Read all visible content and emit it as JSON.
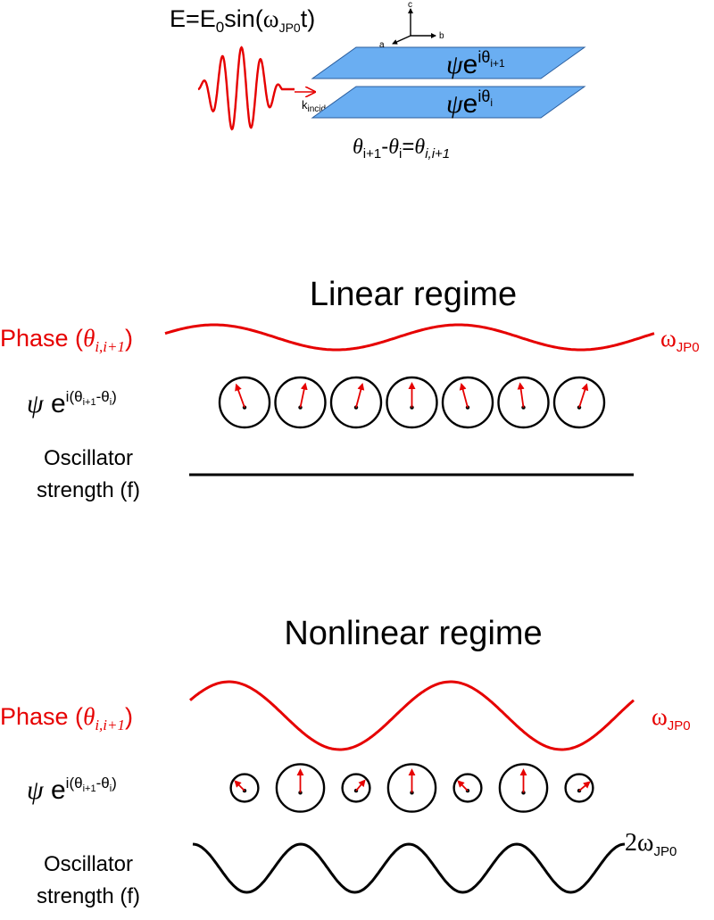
{
  "colors": {
    "accent_red": "#e60000",
    "plane_fill": "#6aaef2",
    "plane_stroke": "#2b5e9e",
    "ink": "#000000"
  },
  "header": {
    "field_label": "E=E",
    "field_sub0": "0",
    "field_sin": "sin(",
    "field_omega": "ω",
    "field_omega_sub": "JP0",
    "field_end": "t)",
    "k_label": "k",
    "k_sub": "incident",
    "axis_a": "a",
    "axis_b": "b",
    "axis_c": "c",
    "psi": "ψ",
    "e": "e",
    "upper_exp": "iθ",
    "upper_exp_sub": "i+1",
    "lower_exp": "iθ",
    "lower_exp_sub": "i",
    "phase_theta": "θ",
    "phase_sub_ip1": "i+1",
    "phase_minus": "-",
    "phase_sub_i": "i",
    "phase_eq": "=",
    "phase_rhs_sub": "i,i+1"
  },
  "labels": {
    "phase_word": "Phase (",
    "phase_theta": "θ",
    "phase_sub": "i,i+1",
    "phase_close": ")",
    "psi": "ψ",
    "psi_e": " e",
    "psi_exp_a": "i(θ",
    "psi_exp_sub1": "i+1",
    "psi_exp_b": "-θ",
    "psi_exp_sub2": "i",
    "psi_exp_c": ")",
    "osc_line1": "Oscillator",
    "osc_line2": "strength (f)",
    "omega": "ω",
    "omega_sub": "JP0",
    "two_omega": "2ω",
    "two_omega_sub": "JP0"
  },
  "linear": {
    "title": "Linear regime",
    "phase_wave": {
      "cycles": 2,
      "amplitude": 0.5
    },
    "oscillator_strength": "constant",
    "phasors": [
      {
        "radius": 1.0,
        "angle_deg": -20
      },
      {
        "radius": 1.0,
        "angle_deg": 12
      },
      {
        "radius": 1.0,
        "angle_deg": 15
      },
      {
        "radius": 1.0,
        "angle_deg": 0
      },
      {
        "radius": 1.0,
        "angle_deg": -15
      },
      {
        "radius": 1.0,
        "angle_deg": -8
      },
      {
        "radius": 1.0,
        "angle_deg": 18
      }
    ]
  },
  "nonlinear": {
    "title": "Nonlinear regime",
    "phase_wave": {
      "cycles": 2,
      "amplitude": 1.0
    },
    "oscillator_strength": {
      "cycles": 4,
      "frequency_label": "2ω_JP0"
    },
    "phasors": [
      {
        "radius": 0.55,
        "angle_deg": -45
      },
      {
        "radius": 0.95,
        "angle_deg": 0
      },
      {
        "radius": 0.55,
        "angle_deg": 40
      },
      {
        "radius": 0.95,
        "angle_deg": 0
      },
      {
        "radius": 0.55,
        "angle_deg": -45
      },
      {
        "radius": 0.95,
        "angle_deg": 0
      },
      {
        "radius": 0.55,
        "angle_deg": 50
      }
    ]
  }
}
